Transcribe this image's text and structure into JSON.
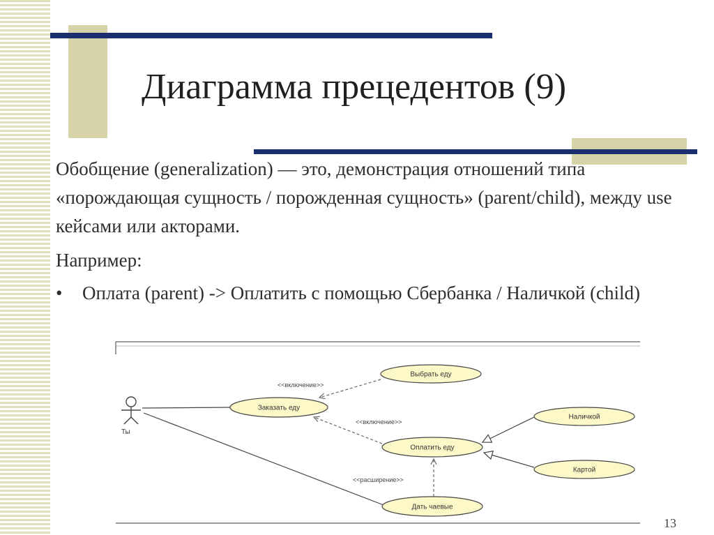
{
  "slide": {
    "title": "Диаграмма прецедентов (9)",
    "paragraph": "Обобщение (generalization) — это, демонстрация отношений типа «порождающая сущность / порожденная сущность» (parent/child), между use кейсами или акторами.",
    "example_label": "Например:",
    "bullet_marker": "•",
    "bullets": [
      "Оплата (parent) -> Оплатить с помощью Сбербанка / Наличкой (child)"
    ],
    "page_number": "13"
  },
  "diagram": {
    "actor_label": "Ты",
    "use_cases": {
      "choose_food": "Выбрать еду",
      "order_food": "Заказать еду",
      "pay_cash": "Наличкой",
      "pay_food": "Оплатить еду",
      "pay_card": "Картой",
      "tip": "Дать чаевые"
    },
    "relations": {
      "include_1": "<<включение>>",
      "include_2": "<<включение>>",
      "extend": "<<расширение>>"
    },
    "colors": {
      "use_case_fill": "#fdf8c8",
      "line": "#444444",
      "dashed": "#666666"
    }
  }
}
